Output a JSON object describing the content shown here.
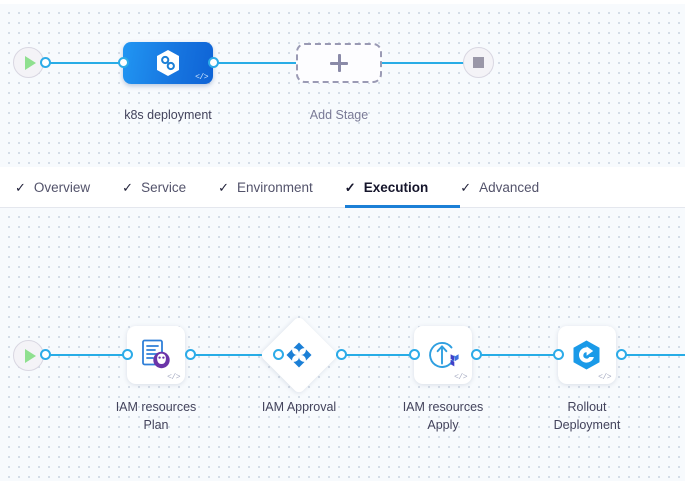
{
  "stage_flow": {
    "start_node": {
      "name": "start-node",
      "icon": "play-icon"
    },
    "end_node": {
      "name": "end-node",
      "icon": "stop-icon"
    },
    "stage": {
      "label": "k8s deployment",
      "icon": "harness-hexagon-icon",
      "badge": "</>"
    },
    "add_stage": {
      "label": "Add Stage",
      "icon": "plus-icon"
    }
  },
  "tabs": [
    {
      "label": "Overview",
      "tick": "✓",
      "active": false
    },
    {
      "label": "Service",
      "tick": "✓",
      "active": false
    },
    {
      "label": "Environment",
      "tick": "✓",
      "active": false
    },
    {
      "label": "Execution",
      "tick": "✓",
      "active": true
    },
    {
      "label": "Advanced",
      "tick": "✓",
      "active": false
    }
  ],
  "execution_flow": {
    "start_node": {
      "name": "execution-start-node",
      "icon": "play-icon"
    },
    "steps": [
      {
        "label": "IAM resources\nPlan",
        "icon": "terraform-plan-icon",
        "badge": "</>",
        "shape": "card"
      },
      {
        "label": "IAM Approval",
        "icon": "approval-clover-icon",
        "badge": "",
        "shape": "diamond"
      },
      {
        "label": "IAM resources\nApply",
        "icon": "terraform-apply-icon",
        "badge": "</>",
        "shape": "card"
      },
      {
        "label": "Rollout\nDeployment",
        "icon": "k8s-rollout-icon",
        "badge": "</>",
        "shape": "card"
      }
    ]
  },
  "colors": {
    "connector": "#27ace6",
    "accent": "#1b7fd6",
    "stage_blue": "#1776e0",
    "canvas_bg": "#f7fafd"
  }
}
